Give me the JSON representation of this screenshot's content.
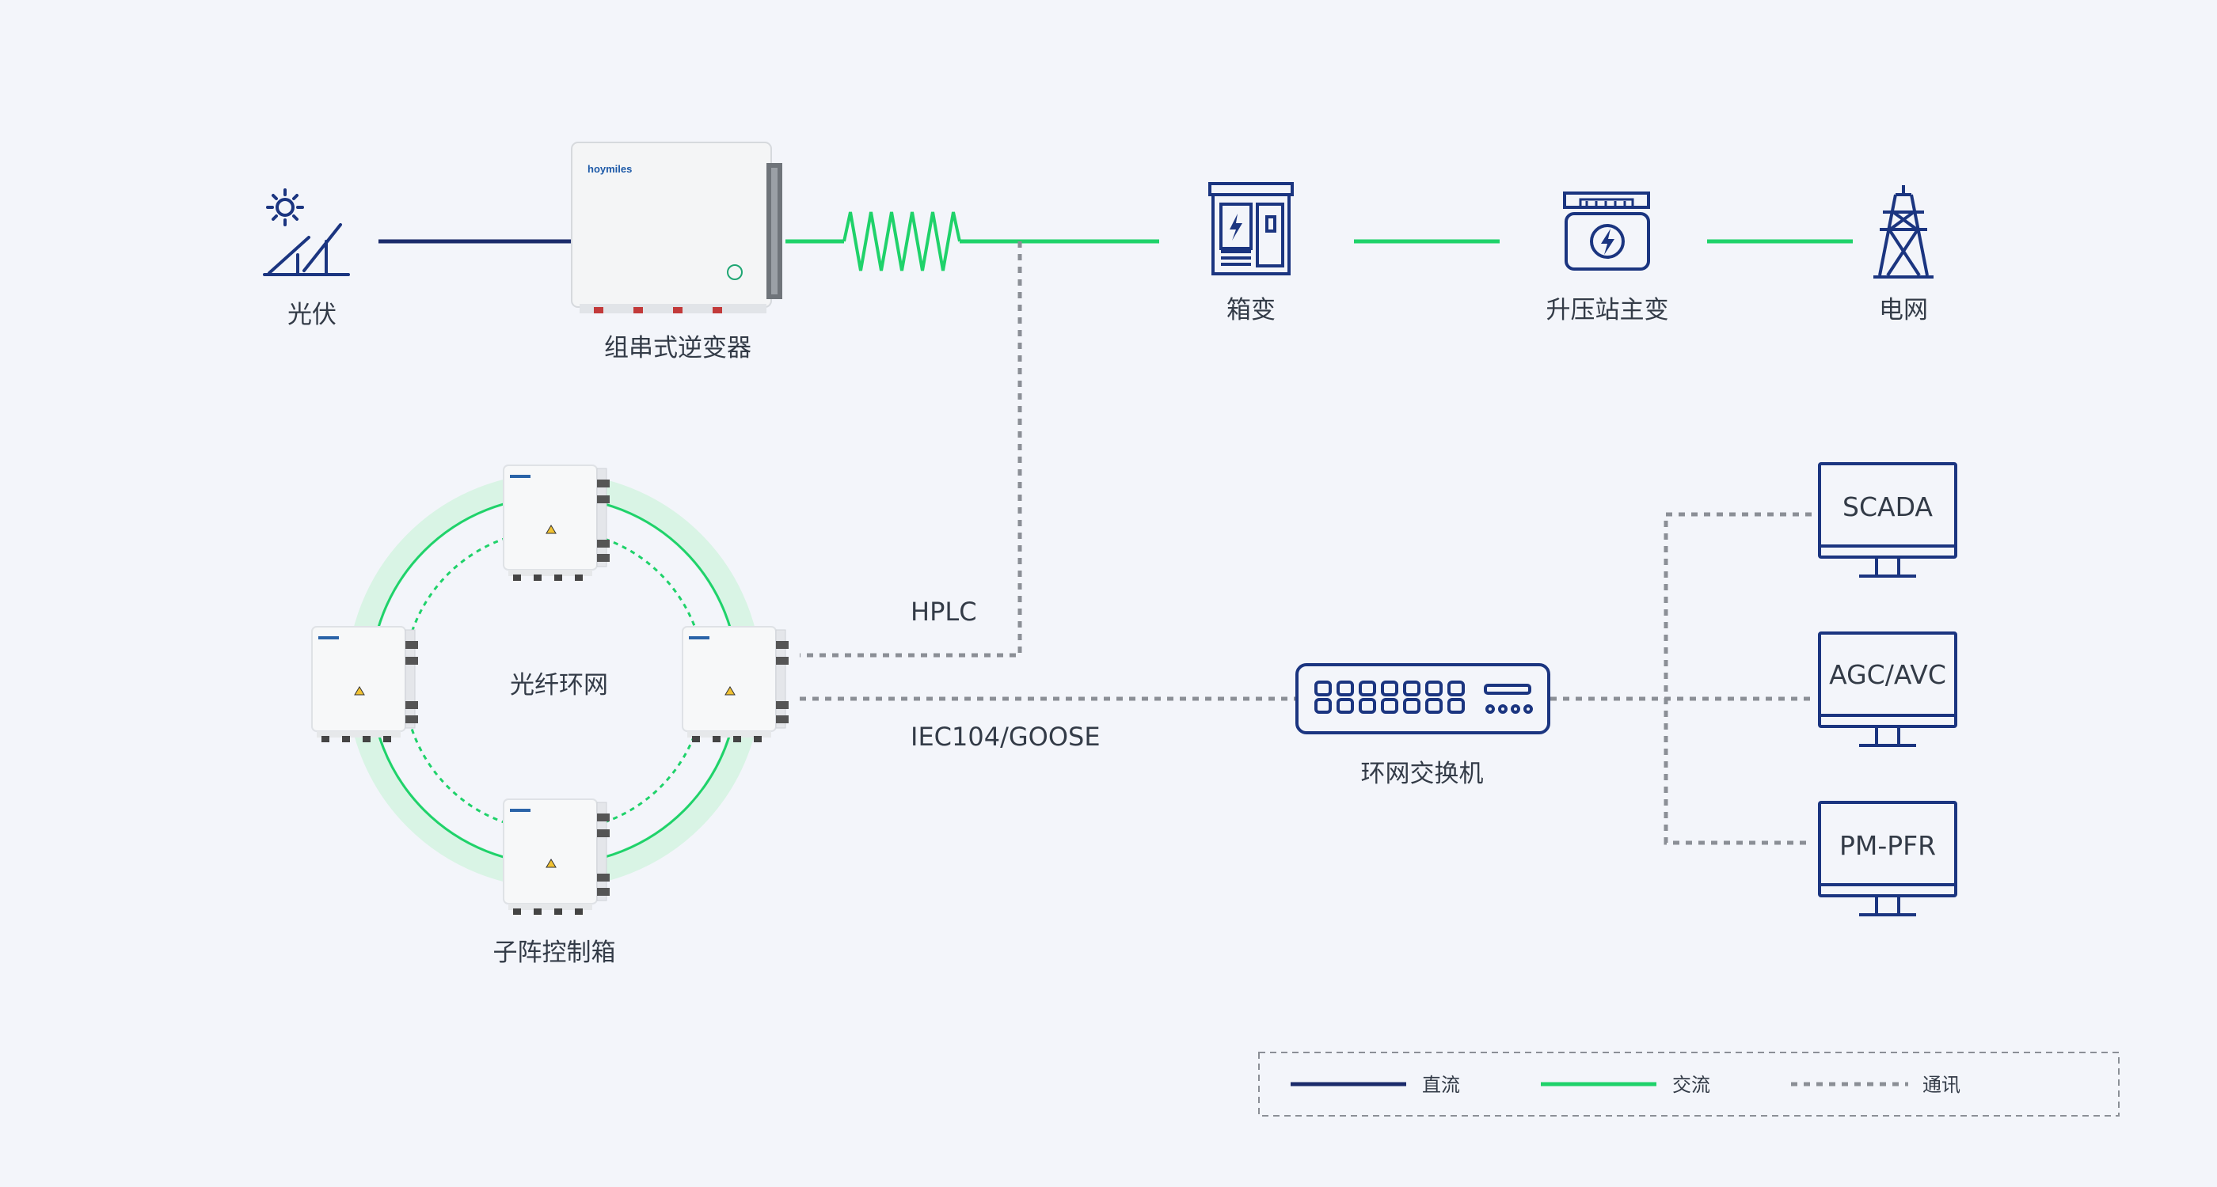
{
  "nodes": {
    "pv": "光伏",
    "inverter": "组串式逆变器",
    "inverter_brand": "hoymiles",
    "box_transformer": "箱变",
    "substation": "升压站主变",
    "grid": "电网",
    "subarray_box": "子阵控制箱",
    "fiber_ring": "光纤环网",
    "ring_switch": "环网交换机"
  },
  "links": {
    "hplc": "HPLC",
    "iec": "IEC104/GOOSE"
  },
  "terminals": [
    "SCADA",
    "AGC/AVC",
    "PM-PFR"
  ],
  "legend": {
    "dc": "直流",
    "ac": "交流",
    "comm": "通讯"
  },
  "colors": {
    "dc": "#1b2b6b",
    "ac": "#1fd26a",
    "comm": "#8b8f96",
    "icon": "#1b3580",
    "background": "#f3f5fa"
  }
}
